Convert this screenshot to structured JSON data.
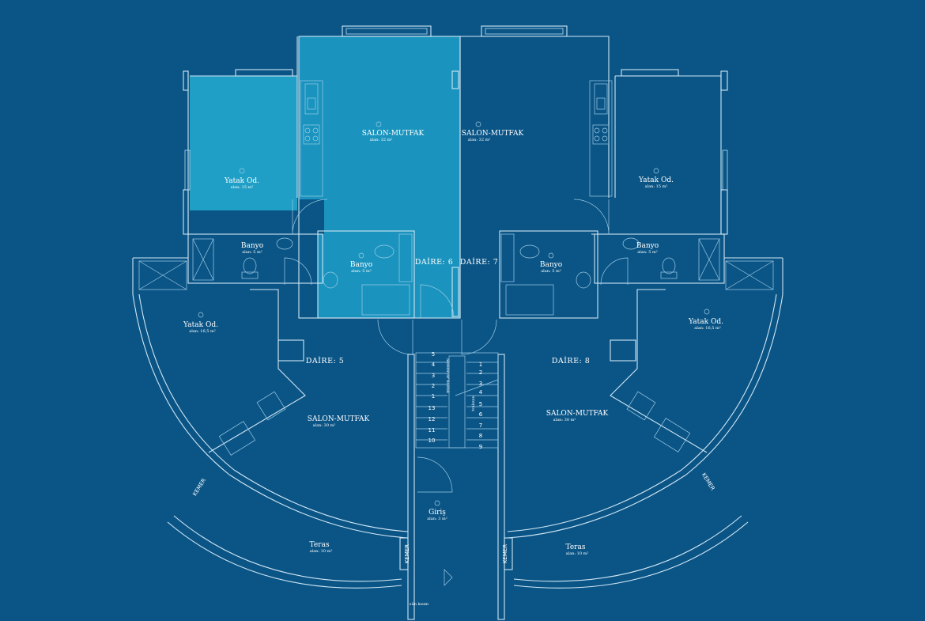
{
  "rooms": {
    "d6_salon": {
      "name": "SALON-MUTFAK",
      "area": "alan: 32 m²"
    },
    "d6_yatak": {
      "name": "Yatak Od.",
      "area": "alan: 15 m²"
    },
    "d6_banyo": {
      "name": "Banyo",
      "area": "alan: 5 m²"
    },
    "d7_salon": {
      "name": "SALON-MUTFAK",
      "area": "alan: 32 m²"
    },
    "d7_yatak": {
      "name": "Yatak Od.",
      "area": "alan: 15 m²"
    },
    "d7_banyo": {
      "name": "Banyo",
      "area": "alan: 5 m²"
    },
    "d5_salon": {
      "name": "SALON-MUTFAK",
      "area": "alan: 30 m²"
    },
    "d5_yatak": {
      "name": "Yatak Od.",
      "area": "alan: 16,5 m²"
    },
    "d5_banyo": {
      "name": "Banyo",
      "area": "alan: 5 m²"
    },
    "d8_salon": {
      "name": "SALON-MUTFAK",
      "area": "alan: 30 m²"
    },
    "d8_yatak": {
      "name": "Yatak Od.",
      "area": "alan: 16,5 m²"
    },
    "d8_banyo": {
      "name": "Banyo",
      "area": "alan: 5 m²"
    },
    "giris": {
      "name": "Giriş",
      "area": "alan: 3 m²"
    },
    "teras_left": {
      "name": "Teras",
      "area": "alan: 10 m²"
    },
    "teras_right": {
      "name": "Teras",
      "area": "alan: 10 m²"
    }
  },
  "units": {
    "d5": "DAİRE: 5",
    "d6": "DAİRE: 6",
    "d7": "DAİRE: 7",
    "d8": "DAİRE: 8"
  },
  "labels": {
    "kemer": "KEMER",
    "stair_note_left": "aksesuvar bosluk",
    "stair_note_right": "trabzan",
    "sun_kisim": "sün kısım"
  },
  "stair_left_numbers": [
    "5",
    "4",
    "3",
    "2",
    "1",
    "13",
    "12",
    "11",
    "10"
  ],
  "stair_right_numbers": [
    "1",
    "2",
    "3",
    "4",
    "5",
    "6",
    "7",
    "8",
    "9"
  ],
  "colors": {
    "background": "#0b5586",
    "highlight_room": "#1a94be",
    "highlight_room_light": "#1f9fc6",
    "line": "#cfe6f4"
  }
}
